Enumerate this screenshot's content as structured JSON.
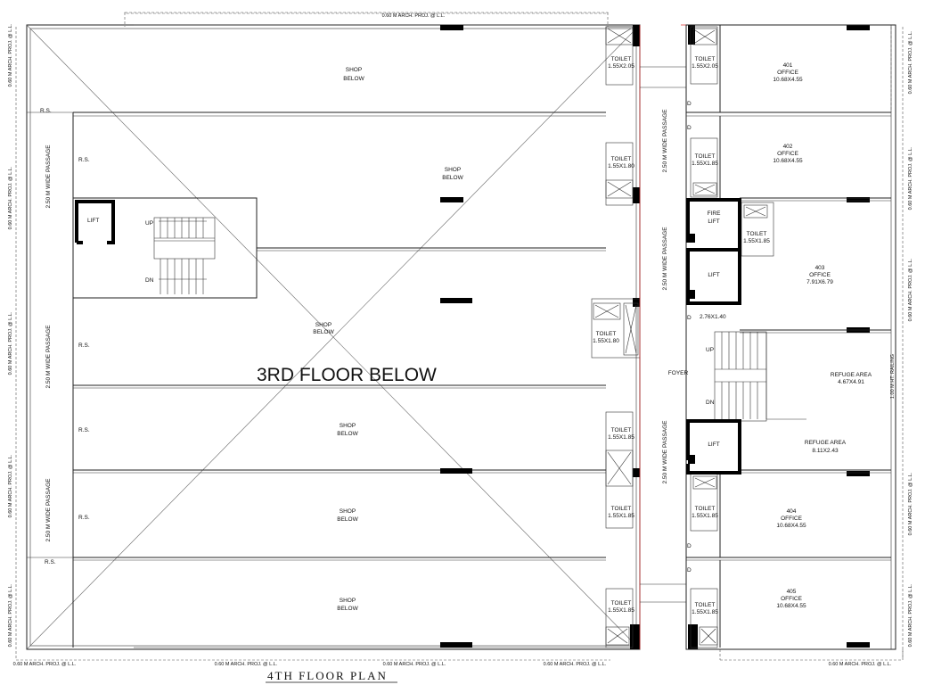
{
  "title": "4TH FLOOR PLAN",
  "floor_below": "3RD FLOOR BELOW",
  "rooms": {
    "shop1": [
      "SHOP",
      "BELOW"
    ],
    "shop2": [
      "SHOP",
      "BELOW"
    ],
    "shop3": [
      "SHOP",
      "BELOW"
    ],
    "shop4": [
      "SHOP",
      "BELOW"
    ],
    "shop5": [
      "SHOP",
      "BELOW"
    ],
    "shop6": [
      "SHOP",
      "BELOW"
    ],
    "office401": [
      "401",
      "OFFICE",
      "10.68X4.55"
    ],
    "office402": [
      "402",
      "OFFICE",
      "10.68X4.55"
    ],
    "office403": [
      "403",
      "OFFICE",
      "7.91X6.79"
    ],
    "office404": [
      "404",
      "OFFICE",
      "10.68X4.55"
    ],
    "office405": [
      "405",
      "OFFICE",
      "10.68X4.55"
    ],
    "refuge1": [
      "REFUGE AREA",
      "4.67X4.91"
    ],
    "refuge2": [
      "REFUGE AREA",
      "8.11X2.43"
    ],
    "foyer": "FOYER",
    "lift_left": "LIFT",
    "fire_lift": [
      "FIRE",
      "LIFT"
    ],
    "lift_r1": "LIFT",
    "lift_r2": "LIFT",
    "shaft_dim": "2.76X1.40"
  },
  "toilets": {
    "t1": [
      "TOILET",
      "1.55X2.05"
    ],
    "t2": [
      "TOILET",
      "1.55X1.80"
    ],
    "t3": [
      "TOILET",
      "1.55X1.80"
    ],
    "t4": [
      "TOILET",
      "1.55X1.85"
    ],
    "t5": [
      "TOILET",
      "1.55X1.85"
    ],
    "t6": [
      "TOILET",
      "1.55X1.85"
    ],
    "t7": [
      "TOILET",
      "1.55X2.05"
    ],
    "t8": [
      "TOILET",
      "1.55X1.85"
    ],
    "t9": [
      "TOILET",
      "1.55X1.85"
    ],
    "t10": [
      "TOILET",
      "1.55X1.85"
    ],
    "t11": [
      "TOILET",
      "1.55X1.85"
    ]
  },
  "stair": {
    "up": "UP",
    "dn": "DN"
  },
  "labels": {
    "rs": "R.S.",
    "door": "D",
    "passage": "2.50 M WIDE PASSAGE",
    "proj": "0.60 M ARCH. PROJ. @ L.L.",
    "ht": "1.00 M HT. RAILING"
  }
}
